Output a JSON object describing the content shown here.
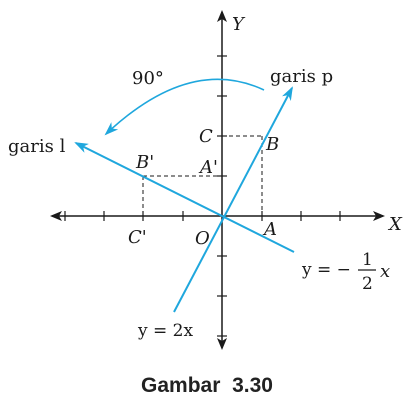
{
  "axes": {
    "x_label": "X",
    "y_label": "Y"
  },
  "points": {
    "origin": "O",
    "A": "A",
    "B": "B",
    "C": "C",
    "A_prime": "A'",
    "B_prime": "B'",
    "C_prime": "C'"
  },
  "lines": {
    "p": {
      "name": "garis p",
      "equation": "y = 2x"
    },
    "l": {
      "name": "garis l",
      "equation_prefix": "y = −",
      "fraction_num": "1",
      "fraction_den": "2",
      "equation_var": "x"
    }
  },
  "rotation": {
    "angle": "90°"
  },
  "caption": "Gambar  3.30",
  "colors": {
    "line": "#1fa7dd",
    "axis": "#1a1a1a",
    "dashed": "#1a1a1a"
  }
}
